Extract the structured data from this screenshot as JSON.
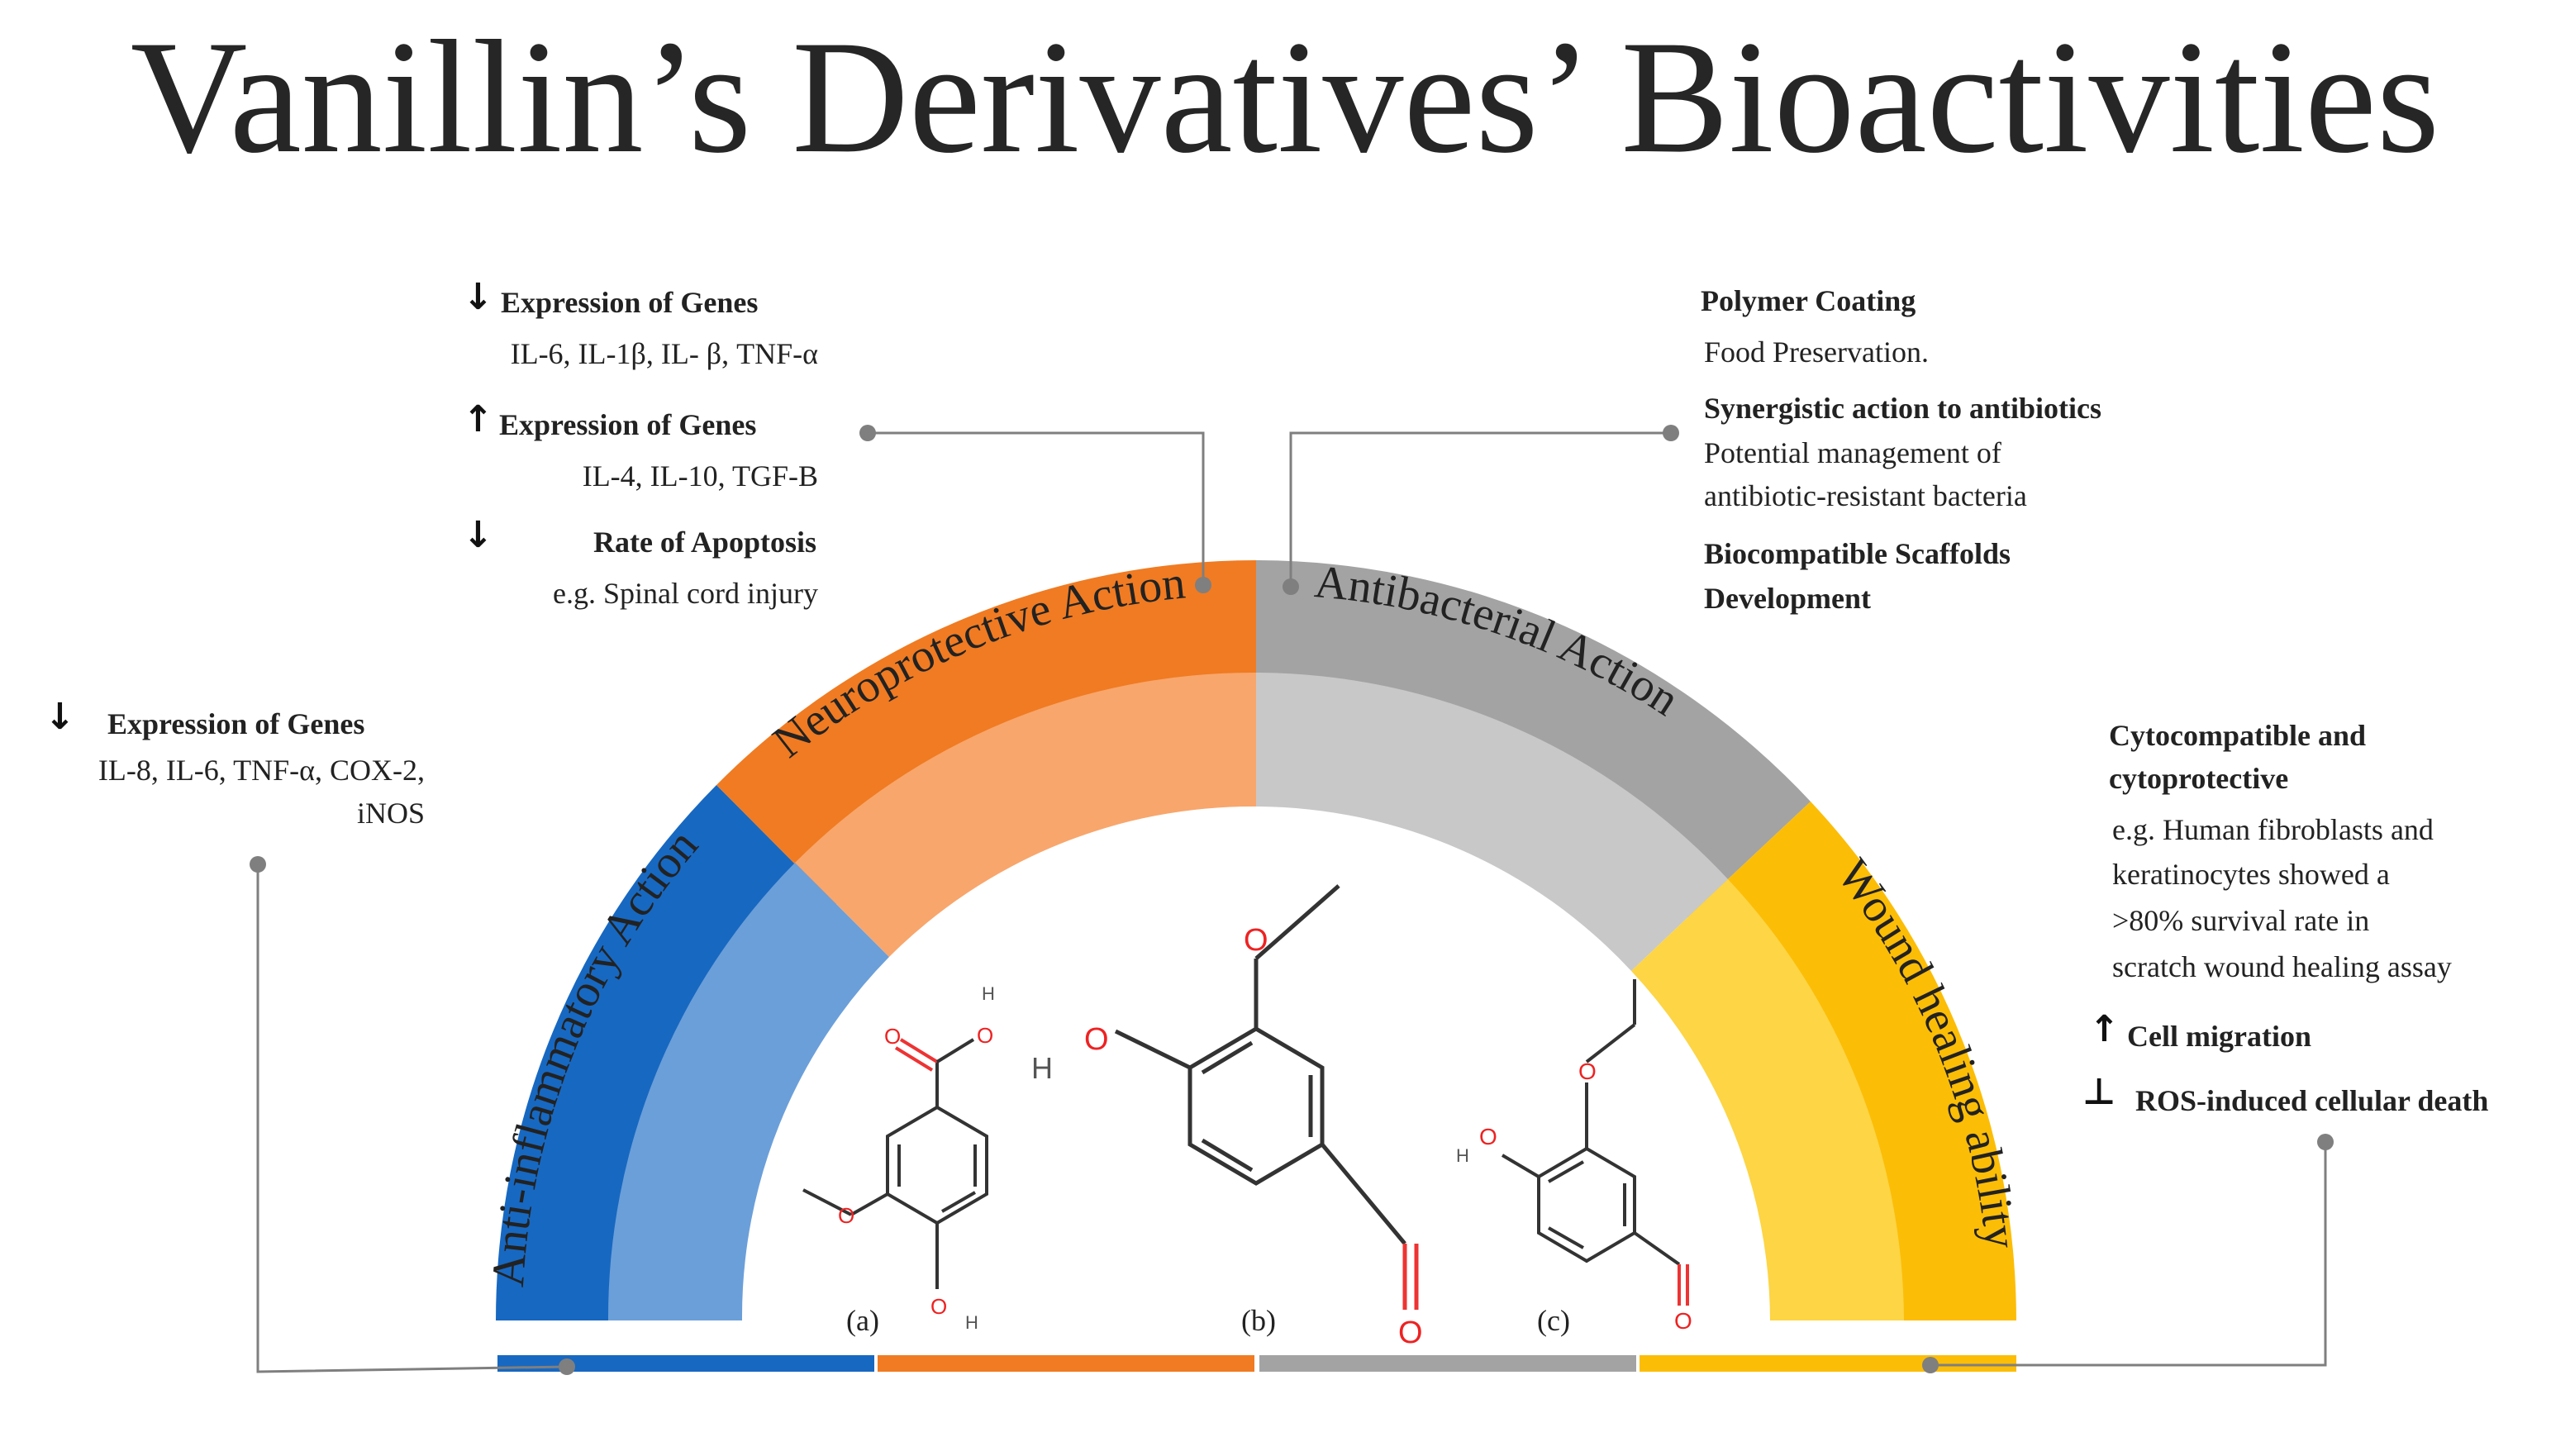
{
  "title": "Vanillin’s Derivatives’ Bioactivities",
  "colors": {
    "blue": "#1768c1",
    "blue_light": "#6b9fd9",
    "orange": "#f07b22",
    "orange_light": "#f8a66c",
    "gray": "#a3a3a3",
    "gray_light": "#c8c8c8",
    "yellow": "#fcbd07",
    "yellow_light": "#fdd545",
    "leader": "#7f7f7f"
  },
  "arc_labels": {
    "anti_inflammatory": "Anti-inflammatory Action",
    "neuroprotective": "Neuroprotective Action",
    "antibacterial": "Antibacterial Action",
    "wound_healing": "Wound healing ability"
  },
  "structure_labels": {
    "a": "(a)",
    "b": "(b)",
    "c": "(c)"
  },
  "atoms": {
    "o": "O",
    "h": "H"
  },
  "anti_inflammatory_box": {
    "head": "Expression of Genes",
    "head_arrow": "down-arrow-icon",
    "line1": "IL-8, IL-6, TNF-α, COX-2,",
    "line2": "iNOS"
  },
  "neuro_box": {
    "h1": "Expression of Genes",
    "h1_arrow": "down-arrow-icon",
    "t1": "IL-6, IL-1β, IL- β, TNF-α",
    "h2": "Expression of Genes",
    "h2_arrow": "up-arrow-icon",
    "t2": "IL-4, IL-10, TGF-B",
    "h3": "Rate of Apoptosis",
    "h3_arrow": "down-arrow-icon",
    "t3": "e.g. Spinal cord injury"
  },
  "antibacterial_box": {
    "h1": "Polymer Coating",
    "t1": "Food Preservation.",
    "h2": "Synergistic action to antibiotics",
    "t2a": "Potential management of",
    "t2b": "antibiotic-resistant bacteria",
    "h3a": "Biocompatible Scaffolds",
    "h3b": "Development"
  },
  "wound_box": {
    "h1a": "Cytocompatible and",
    "h1b": "cytoprotective",
    "t1a": "e.g. Human fibroblasts and",
    "t1b": "keratinocytes showed a",
    "t1c": ">80% survival rate in",
    "t1d": "scratch wound healing assay",
    "h2": "Cell migration",
    "h2_arrow": "up-arrow-icon",
    "h3": "ROS-induced cellular death",
    "h3_arrow": "inhibition-icon"
  }
}
